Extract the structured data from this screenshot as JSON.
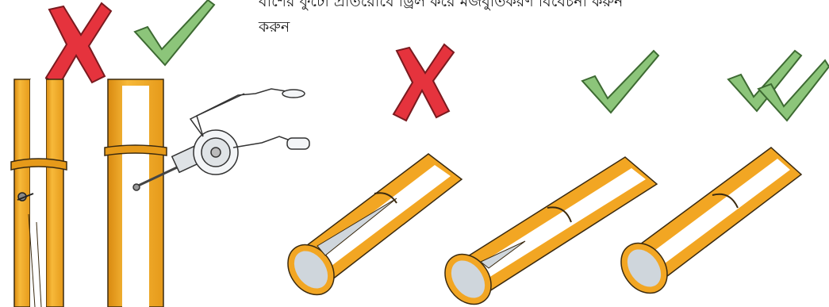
{
  "caption": {
    "line1": "বাঁশের ফুটো প্রতিরোধে ড্রিল করে মজবুতিকরণ বিবেচনা করুন",
    "line2": "করুন"
  },
  "marks": [
    {
      "name": "wrong-mark-nailed-joint",
      "meaning": "wrong"
    },
    {
      "name": "correct-mark-drilled-joint",
      "meaning": "correct"
    },
    {
      "name": "wrong-mark-no-ring",
      "meaning": "wrong"
    },
    {
      "name": "correct-mark-one-ring",
      "meaning": "correct"
    },
    {
      "name": "double-correct-mark-ring-at-end",
      "meaning": "best"
    }
  ],
  "colors": {
    "bamboo": "#f2a623",
    "bamboo_dark": "#d98a10",
    "outline": "#3a2a10",
    "wrong": "#e5333d",
    "correct": "#8cc57a",
    "steel": "#cfd6dc"
  }
}
